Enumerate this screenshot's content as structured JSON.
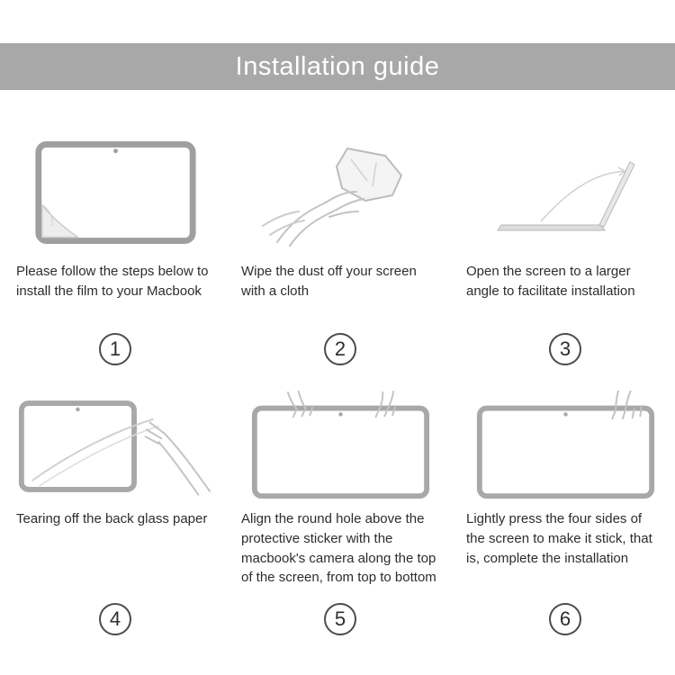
{
  "header": {
    "title": "Installation guide"
  },
  "colors": {
    "header_bg": "#a8a8a8",
    "line_art": "#a8a8a8",
    "hand_line": "#c3c3c3"
  },
  "steps": [
    {
      "num": "1",
      "caption": "Please follow the steps below to install the film to your Macbook"
    },
    {
      "num": "2",
      "caption": "Wipe the dust off your screen with a cloth"
    },
    {
      "num": "3",
      "caption": "Open the screen to a larger angle to facilitate installation"
    },
    {
      "num": "4",
      "caption": "Tearing off the back glass paper"
    },
    {
      "num": "5",
      "caption": "Align the round hole above the protective sticker with the macbook's camera along the top of the screen, from top to bottom"
    },
    {
      "num": "6",
      "caption": "Lightly press the four sides of the screen to make it stick, that is, complete the installation"
    }
  ]
}
